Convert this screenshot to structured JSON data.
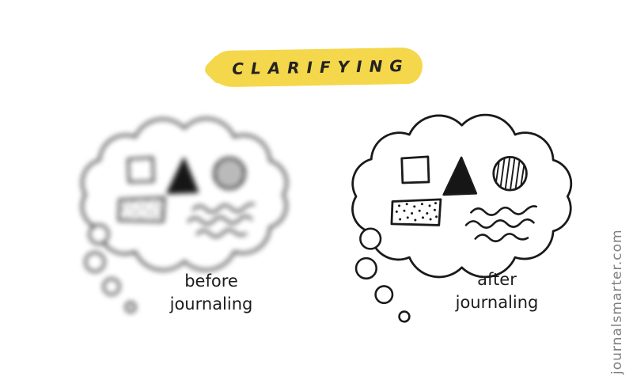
{
  "title": {
    "text": "CLARIFYING",
    "highlight_color": "#F5D74B"
  },
  "panels": {
    "before": {
      "label_line1": "before",
      "label_line2": "journaling",
      "style": "blurred"
    },
    "after": {
      "label_line1": "after",
      "label_line2": "journaling",
      "style": "sharp"
    }
  },
  "bubble_contents": [
    "square-outline-icon",
    "filled-triangle-icon",
    "hatched-circle-icon",
    "dotted-rectangle-icon",
    "wavy-lines-icon"
  ],
  "watermark": {
    "text": "journalsmarter.com",
    "color": "#7f7f7f"
  },
  "colors": {
    "background": "#ffffff",
    "ink": "#1a1a1a",
    "highlight": "#F5D74B"
  }
}
